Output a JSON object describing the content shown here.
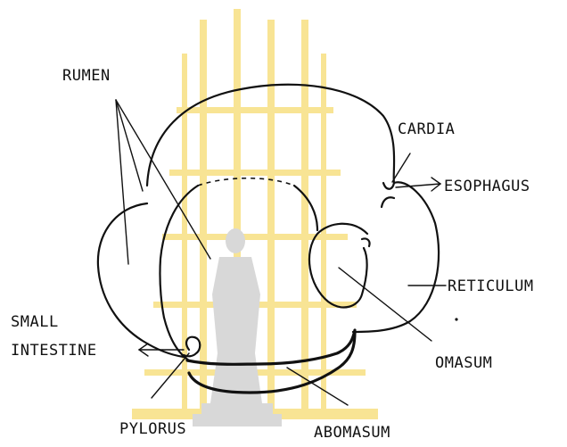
{
  "diagram": {
    "labels": {
      "rumen": "RUMEN",
      "cardia": "CARDIA",
      "esophagus": "ESOPHAGUS",
      "reticulum": "RETICULUM",
      "small_intestine_line1": "SMALL",
      "small_intestine_line2": "INTESTINE",
      "omasum": "OMASUM",
      "pylorus": "PYLORUS",
      "abomasum": "ABOMASUM"
    }
  },
  "watermark": {
    "primary_color": "#f0c200",
    "secondary_color": "#b3b3b3",
    "icon": "temple-emblem-watermark"
  }
}
